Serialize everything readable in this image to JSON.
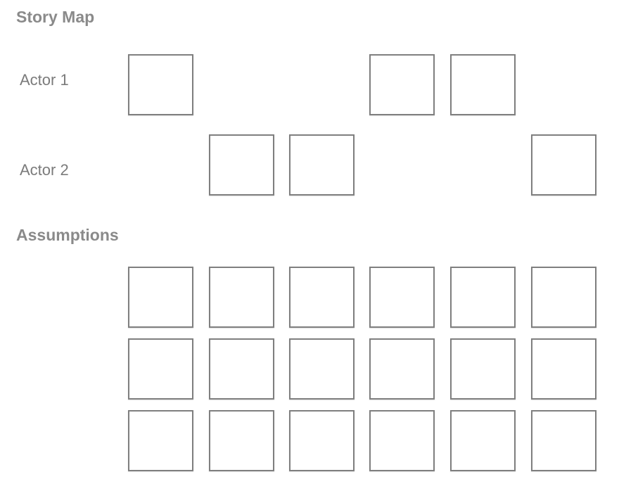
{
  "page": {
    "background": "#ffffff"
  },
  "story_map": {
    "title": "Story Map",
    "columns": 6,
    "rows": [
      {
        "label": "Actor 1",
        "cards_in_columns": [
          1,
          4,
          5
        ]
      },
      {
        "label": "Actor 2",
        "cards_in_columns": [
          2,
          3,
          6
        ]
      }
    ]
  },
  "assumptions": {
    "title": "Assumptions",
    "grid": {
      "rows": 3,
      "columns": 6
    }
  },
  "colors": {
    "heading_text": "#8a8a8a",
    "label_text": "#7b7b7b",
    "card_border": "#7f7f7f",
    "card_fill": "#ffffff",
    "page_background": "#ffffff"
  }
}
